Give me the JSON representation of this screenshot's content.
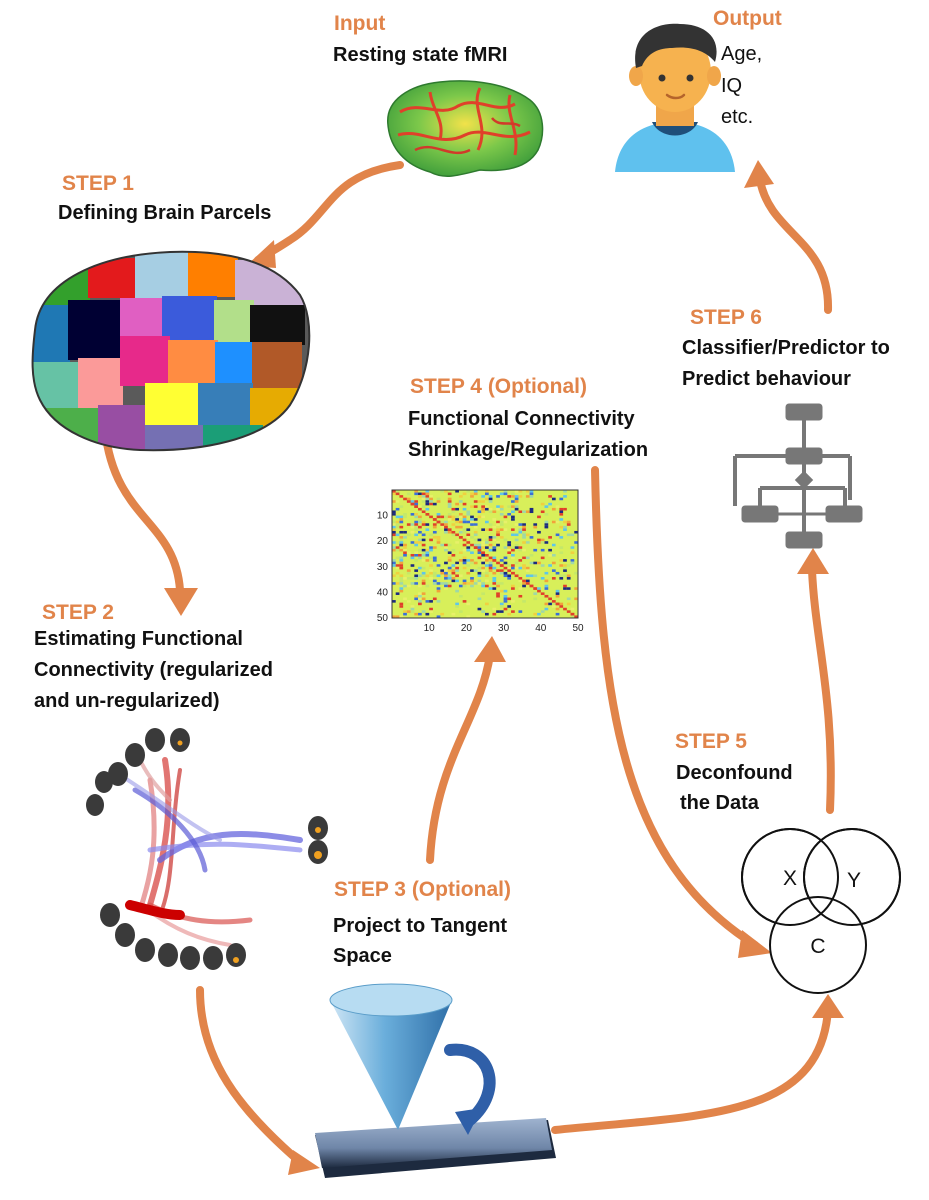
{
  "input": {
    "heading": "Input",
    "label": "Resting state fMRI"
  },
  "output": {
    "heading": "Output",
    "line1": "Age,",
    "line2": "IQ",
    "line3": "etc."
  },
  "step1": {
    "heading": "STEP 1",
    "label": "Defining Brain Parcels"
  },
  "step2": {
    "heading": "STEP 2",
    "line1": "Estimating Functional",
    "line2": "Connectivity (regularized",
    "line3": "and un-regularized)"
  },
  "step3": {
    "heading": "STEP 3 (Optional)",
    "line1": "Project to Tangent",
    "line2": "Space"
  },
  "step4": {
    "heading": "STEP 4 (Optional)",
    "line1": "Functional Connectivity",
    "line2": "Shrinkage/Regularization",
    "matrix": {
      "x_ticks": [
        "10",
        "20",
        "30",
        "40",
        "50"
      ],
      "y_ticks": [
        "10",
        "20",
        "30",
        "40",
        "50"
      ]
    }
  },
  "step5": {
    "heading": "STEP 5",
    "line1": "Deconfound",
    "line2": "the Data",
    "venn": {
      "x": "X",
      "y": "Y",
      "c": "C"
    }
  },
  "step6": {
    "heading": "STEP 6",
    "line1": "Classifier/Predictor to",
    "line2": "Predict behaviour"
  },
  "colors": {
    "arrow": "#E1844A",
    "step": "#E1844A",
    "text": "#111111"
  },
  "icons": [
    "brain-surface-icon",
    "parcellated-brain-icon",
    "connectivity-fibers-icon",
    "correlation-matrix-icon",
    "tangent-cone-icon",
    "flowchart-icon",
    "venn-diagram-icon",
    "person-avatar-icon"
  ]
}
